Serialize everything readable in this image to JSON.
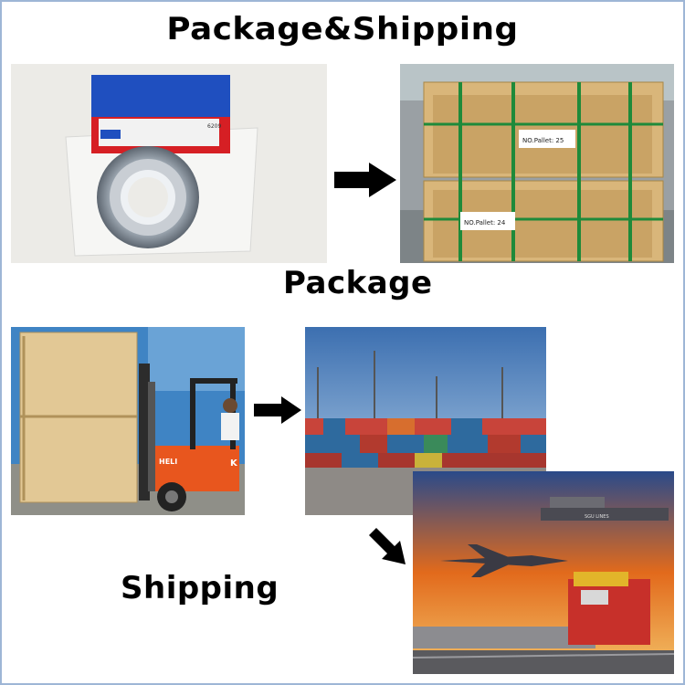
{
  "header": {
    "title": "Package&Shipping"
  },
  "section_package": {
    "label": "Package"
  },
  "section_shipping": {
    "label": "Shipping"
  },
  "photos": {
    "bearing_box": {
      "box_label": "6209"
    },
    "crates": {
      "label_top": "NO.Pallet: 25",
      "label_bottom": "NO.Pallet: 24"
    },
    "forklift": {
      "brand": "HELI",
      "model": "K"
    },
    "transport": {
      "ship_text": "SGU LINES"
    }
  },
  "colors": {
    "border": "#9eb6d6",
    "box_blue": "#1f4fbf",
    "box_red": "#d61f24",
    "crate_wood": "#d9b67a",
    "strap_green": "#1e8a3a",
    "forklift_orange": "#e8561e",
    "sky_blue": "#3f84c4",
    "sunset_orange": "#e26a1c"
  },
  "icons": [
    "right-arrow-icon",
    "right-arrow-icon",
    "down-right-arrow-icon"
  ]
}
